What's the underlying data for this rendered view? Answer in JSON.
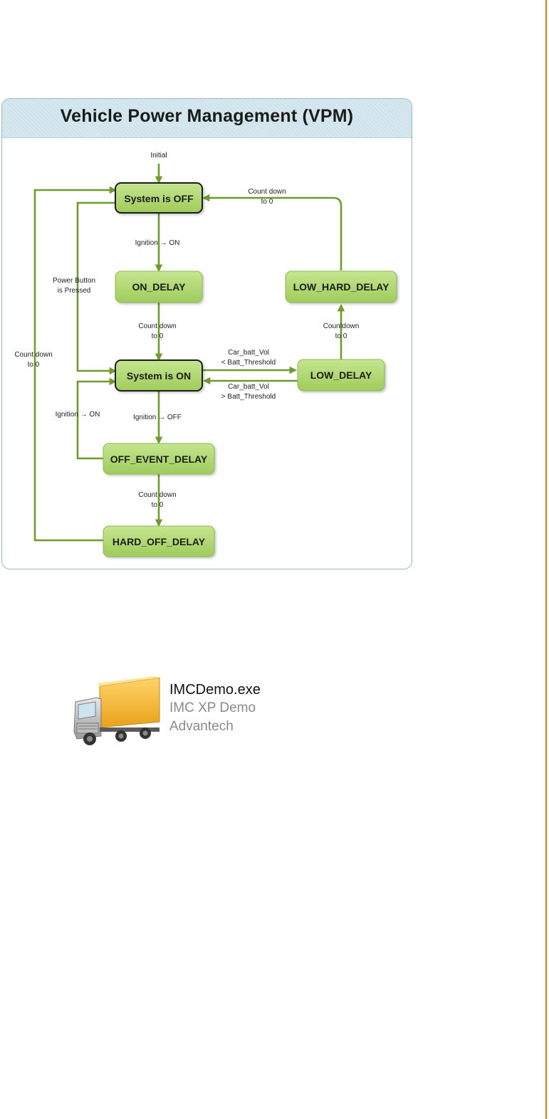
{
  "diagram": {
    "title": "Vehicle Power Management (VPM)",
    "initial_label": "Initial",
    "states": {
      "system_off": "System is OFF",
      "on_delay": "ON_DELAY",
      "system_on": "System is ON",
      "off_event_delay": "OFF_EVENT_DELAY",
      "hard_off_delay": "HARD_OFF_DELAY",
      "low_delay": "LOW_DELAY",
      "low_hard_delay": "LOW_HARD_DELAY"
    },
    "transitions": {
      "ignition_on_1": "Ignition → ON",
      "count_down_to_0_a_line1": "Count down",
      "count_down_to_0_a_line2": "to 0",
      "power_button_line1": "Power Button",
      "power_button_line2": "is Pressed",
      "ignition_on_2": "Ignition → ON",
      "ignition_off": "Ignition → OFF",
      "count_down_to_0_b_line1": "Count down",
      "count_down_to_0_b_line2": "to 0",
      "count_down_to_0_c_line1": "Count down",
      "count_down_to_0_c_line2": "to 0",
      "count_down_to_0_d_line1": "Count down",
      "count_down_to_0_d_line2": "to 0",
      "countdown_line1": "Countdown",
      "countdown_line2": "to 0",
      "batt_low_line1": "Car_batt_Vol",
      "batt_low_line2": "< Batt_Threshold",
      "batt_high_line1": "Car_batt_Vol",
      "batt_high_line2": "> Batt_Threshold"
    },
    "colors": {
      "edge": "#6f9a2e",
      "node_fill": "#a8d468",
      "main_border": "#1a1a1a",
      "header_bg": "#d2e6ed"
    }
  },
  "file_item": {
    "name": "IMCDemo.exe",
    "description": "IMC XP Demo",
    "company": "Advantech",
    "icon": "truck-icon"
  },
  "accent_color": "#e07a10"
}
